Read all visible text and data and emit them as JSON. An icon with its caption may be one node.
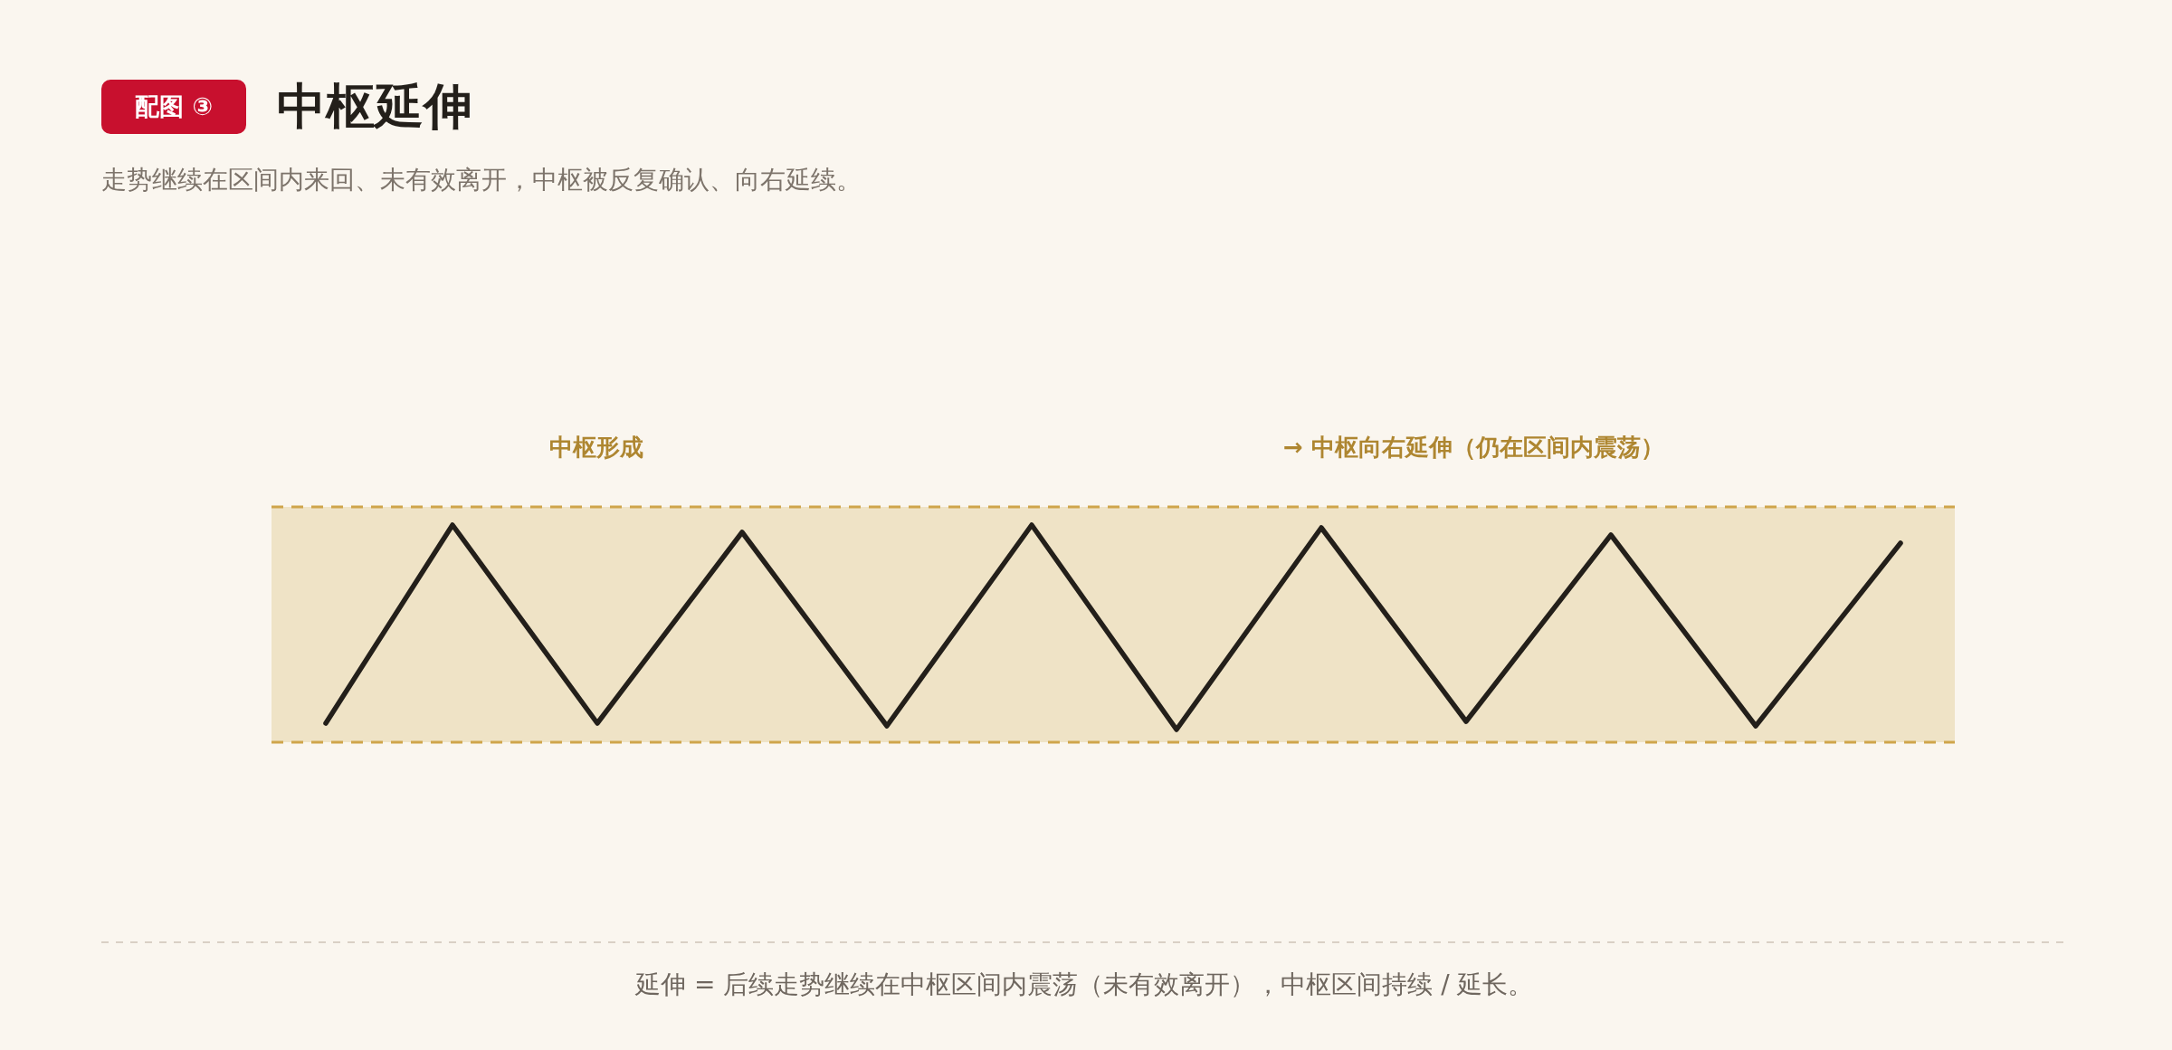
{
  "diagram": {
    "title": "中枢延伸",
    "caption": "延伸 = 后续走势继续在中枢区间内震荡（未有效离开），中枢区间持续 / 延长。",
    "nodes": [
      {
        "text": [
          "配图 ③"
        ]
      }
    ],
    "labels": [
      "走势继续在区间内来回、未有效离开，中枢被反复确认、向右延续。",
      "中枢形成",
      "→ 中枢向右延伸（仍在区间内震荡）"
    ]
  }
}
